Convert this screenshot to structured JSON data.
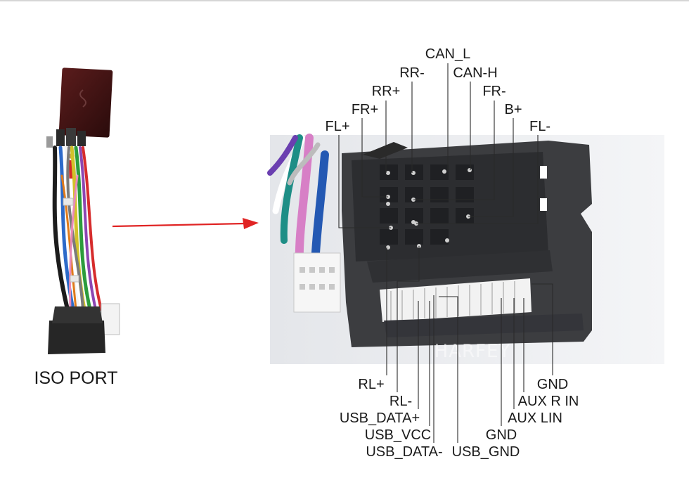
{
  "left_caption": "ISO PORT",
  "watermark": "HARFEY",
  "colors": {
    "arrow": "#e02424",
    "connector": "#3c3d40",
    "pin_fill": "#eeeeee"
  },
  "top_labels": [
    "CAN_L",
    "RR-",
    "CAN-H",
    "RR+",
    "FR-",
    "FR+",
    "B+",
    "FL+",
    "FL-"
  ],
  "bottom_labels": [
    "RL+",
    "GND",
    "RL-",
    "AUX R IN",
    "USB_DATA+",
    "AUX LIN",
    "USB_VCC",
    "GND",
    "USB_DATA-",
    "USB_GND"
  ]
}
